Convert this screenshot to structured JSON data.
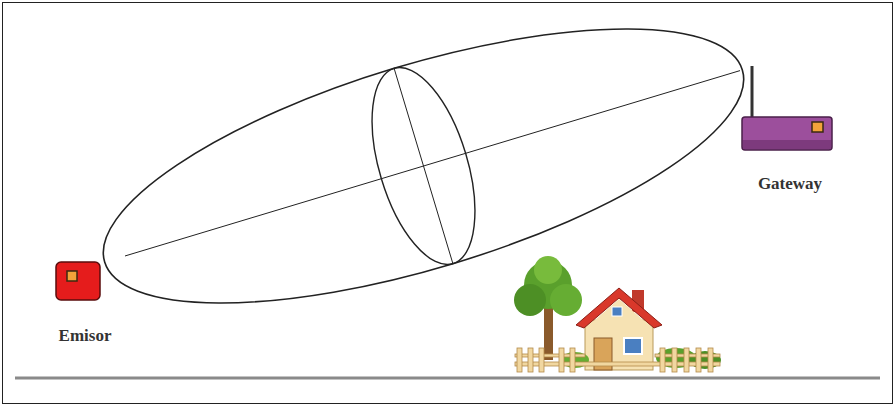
{
  "diagram": {
    "nodes": [
      {
        "text": [
          "Emisor"
        ]
      },
      {
        "text": [
          "Gateway"
        ]
      }
    ],
    "edges": [
      {
        "from": 0,
        "to": 1,
        "arrow": "none"
      }
    ]
  }
}
